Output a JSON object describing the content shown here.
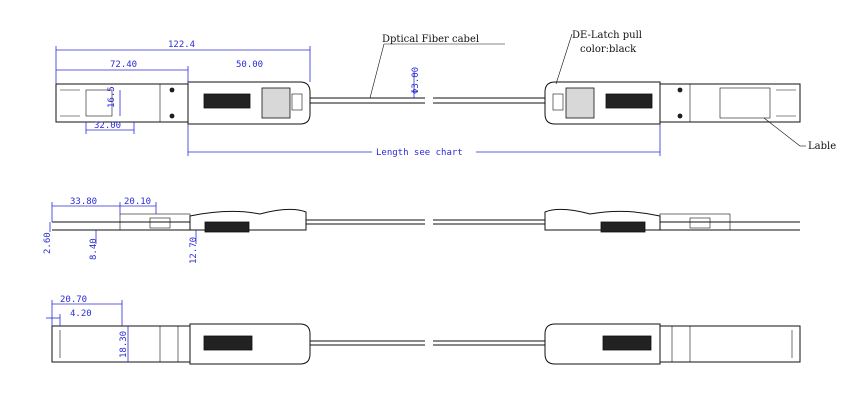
{
  "labels": {
    "fiber": "Dptical Fiber cabel",
    "latch_line1": "DE-Latch pull",
    "latch_line2": "color:black",
    "label": "Lable",
    "length": "Length see chart",
    "dia": "Φ3.00"
  },
  "dims_top": {
    "total": "122.4",
    "left": "72.40",
    "right": "50.00",
    "win_h": "16.5",
    "win_w": "32.00"
  },
  "dims_mid": {
    "a": "33.80",
    "b": "20.10",
    "c": "2.60",
    "d": "8.40",
    "e": "12.70"
  },
  "dims_bot": {
    "a": "20.70",
    "b": "4.20",
    "c": "18.30"
  },
  "colors": {
    "dimension": "#2b2bd6",
    "line": "#111111",
    "latch": "#222222"
  }
}
